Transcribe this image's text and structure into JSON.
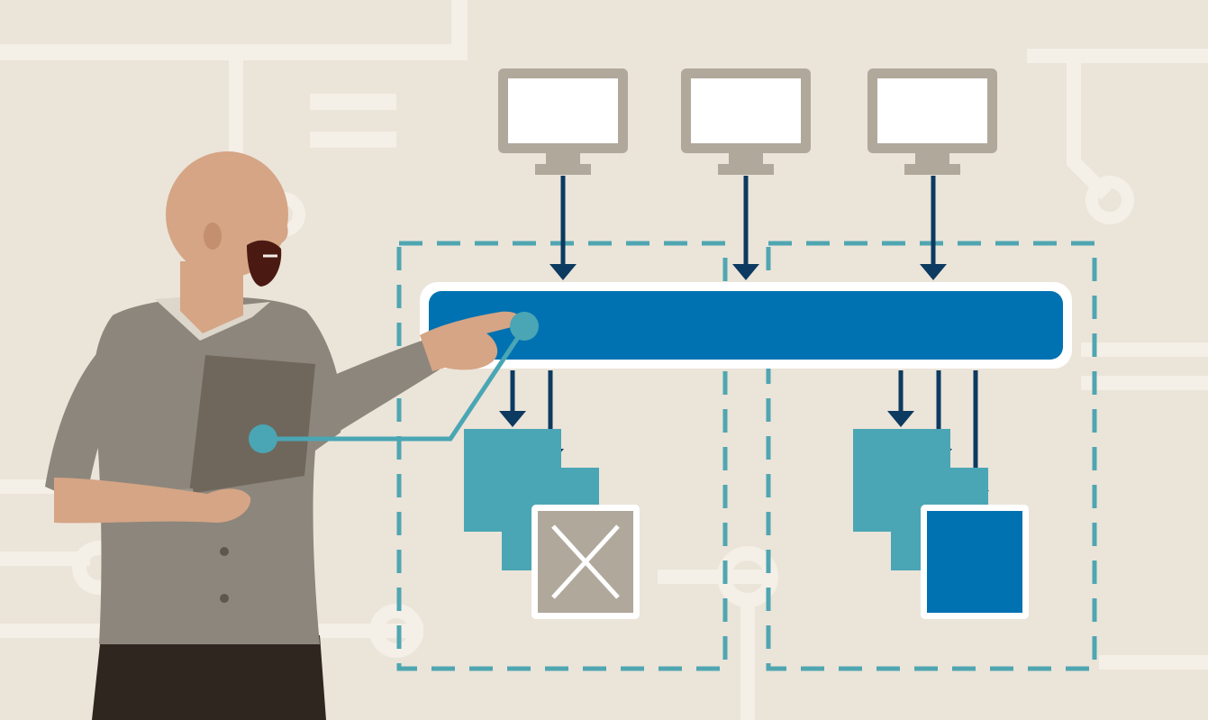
{
  "illustration": {
    "subject": "presenter-with-load-balancer-diagram",
    "icons": [
      "monitor-icon",
      "load-balancer-bar",
      "server-card-icon",
      "failed-server-icon",
      "active-server-icon",
      "laptop-icon",
      "presenter-figure"
    ],
    "colors": {
      "background": "#ebe4d9",
      "circuit_lines": "#f4efe7",
      "monitor_frame": "#b1a89c",
      "monitor_screen": "#ffffff",
      "arrow": "#0c3a60",
      "load_balancer": "#0072b2",
      "dashed_zone": "#4fa6b1",
      "server_card": "#4aa6b4",
      "failed_server": "#b1a89c",
      "active_server": "#0072b2",
      "shirt": "#8d867c",
      "skin": "#d5a585",
      "beard": "#4a1a12",
      "pants": "#2e261f",
      "laptop": "#6f675c",
      "pointer": "#4aa6b4"
    },
    "client_count": 3,
    "zone_count": 2,
    "zones": [
      {
        "server_count": 3,
        "failed_servers": 1
      },
      {
        "server_count": 3,
        "failed_servers": 0
      }
    ]
  }
}
